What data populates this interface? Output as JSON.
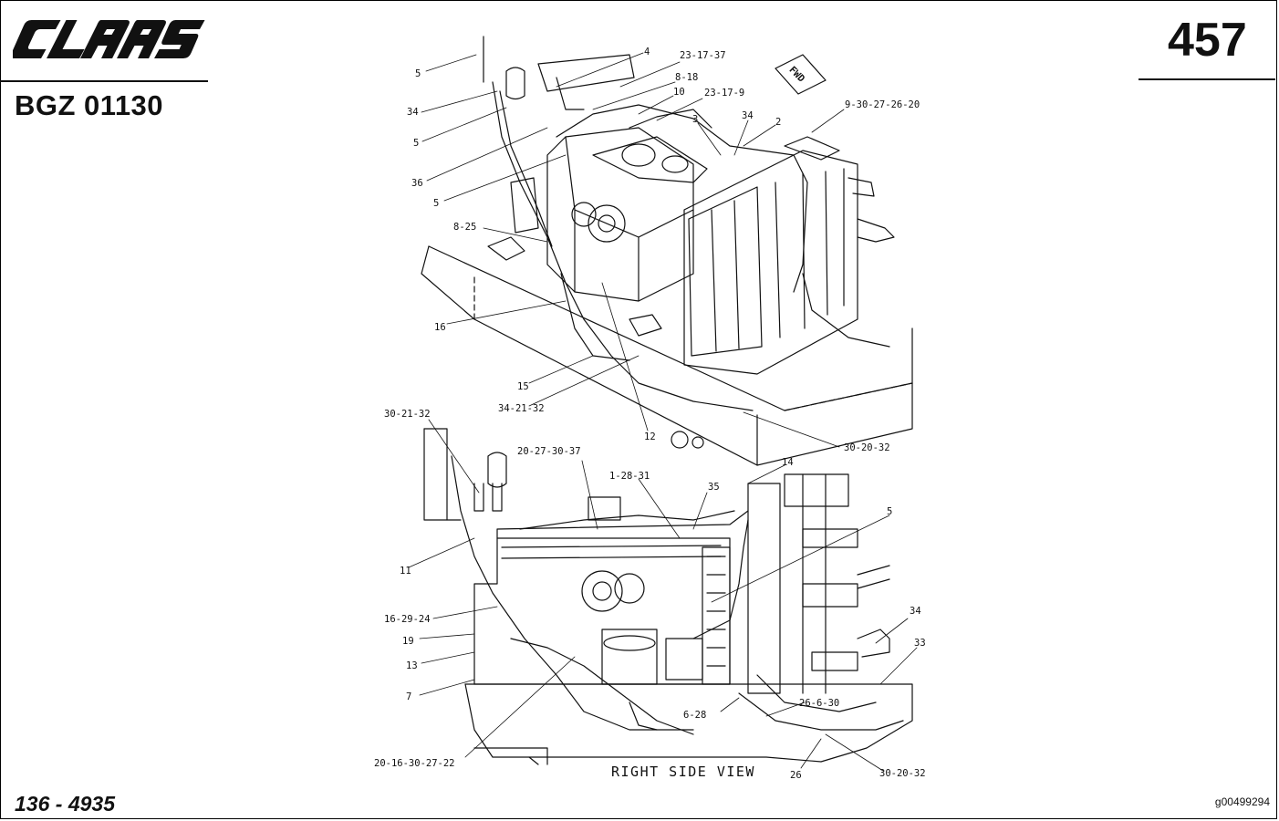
{
  "header": {
    "brand_logo": "CLAAS",
    "group_code": "BGZ 01130",
    "page_number": "457"
  },
  "footer": {
    "doc_number": "136 - 4935",
    "image_ref": "g00499294"
  },
  "diagram": {
    "fwd_marker": "FWD",
    "caption_right_side_view": "RIGHT SIDE VIEW",
    "callouts_top": [
      "5",
      "4",
      "23-17-37",
      "8-18",
      "34",
      "10",
      "23-17-9",
      "5",
      "3",
      "34",
      "2",
      "9-30-27-26-20",
      "36",
      "5",
      "8-25",
      "16",
      "15",
      "34-21-32",
      "12",
      "30-20-32"
    ],
    "callouts_bottom": [
      "30-21-32",
      "20-27-30-37",
      "1-28-31",
      "14",
      "35",
      "5",
      "11",
      "16-29-24",
      "19",
      "13",
      "7",
      "34",
      "33",
      "6-28",
      "26-6-30",
      "20-16-30-27-22",
      "26",
      "30-20-32"
    ]
  }
}
